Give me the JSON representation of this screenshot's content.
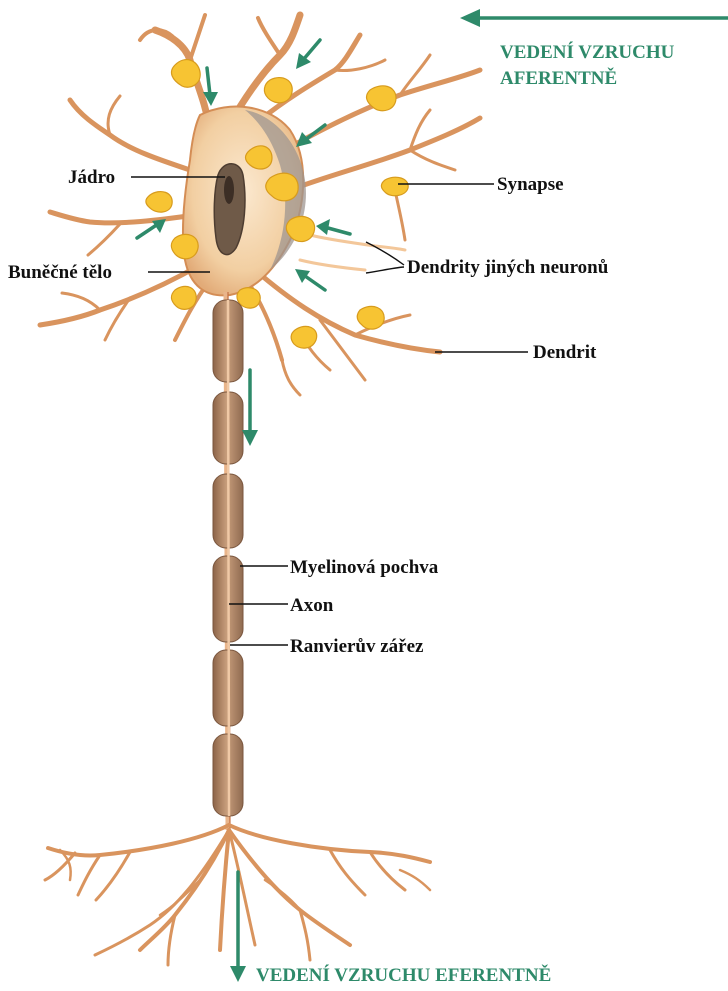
{
  "directions": {
    "afferent_line1": "VEDENÍ VZRUCHU",
    "afferent_line2": "AFERENTNĚ",
    "efferent": "VEDENÍ VZRUCHU EFERENTNĚ"
  },
  "labels": {
    "nucleus": "Jádro",
    "cell_body": "Buněčné tělo",
    "synapse": "Synapse",
    "other_dendrites": "Dendrity jiných neuronů",
    "dendrite": "Dendrit",
    "myelin_sheath": "Myelinová pochva",
    "axon": "Axon",
    "ranvier_node": "Ranvierův zářez"
  },
  "colors": {
    "arrow": "#2e8a6a",
    "dendrite": "#d9945e",
    "synapse": "#f7c433",
    "myelin": "#b88a6a",
    "cell_body": "#f5d9b5",
    "nucleus": "#6f5a48"
  }
}
